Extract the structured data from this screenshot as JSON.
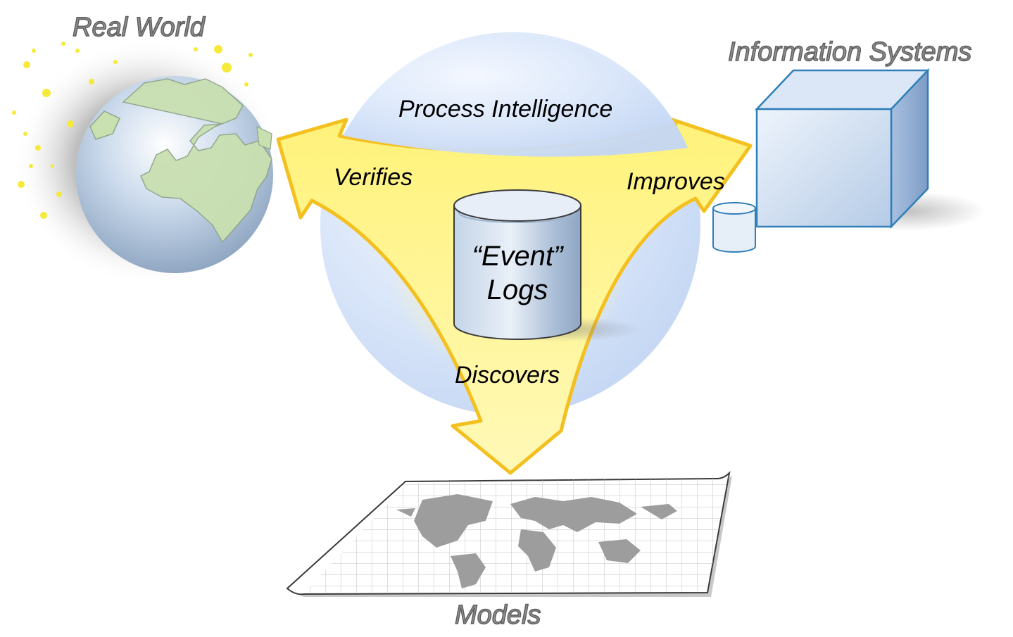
{
  "labels": {
    "real_world": "Real World",
    "information_systems": "Information Systems",
    "process_intelligence": "Process Intelligence",
    "verifies": "Verifies",
    "improves": "Improves",
    "event_line1": "“Event”",
    "event_line2": "Logs",
    "discovers": "Discovers",
    "models": "Models"
  },
  "colors": {
    "sphere": "#c9daf5",
    "arrow_fill": "#fff69a",
    "arrow_edge": "#f6c21a",
    "outline_text": "#8c8c8c",
    "cube": "#c2d7ef",
    "cube_edge": "#2f7fb8",
    "land": "#c8dfb0",
    "map_land": "#9d9d9d"
  },
  "icons": [
    "globe-icon",
    "cube-icon",
    "database-icon",
    "world-map-icon",
    "star-icon"
  ]
}
